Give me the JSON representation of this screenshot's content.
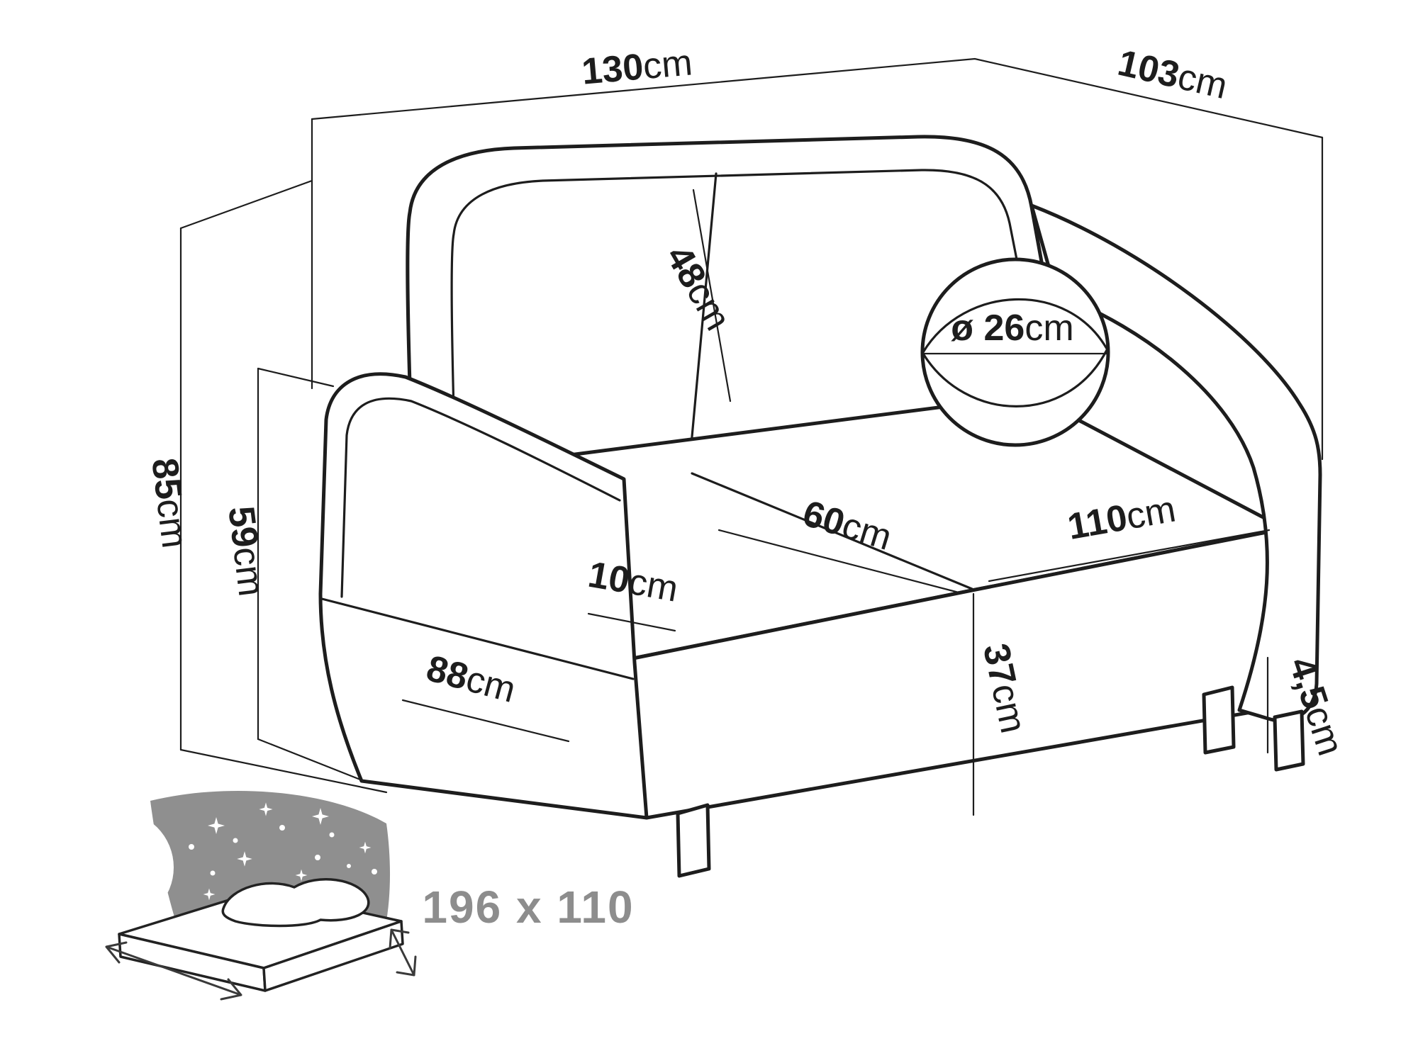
{
  "diagram": {
    "colors": {
      "background": "#ffffff",
      "line": "#1d1d1d",
      "bed_icon_gray": "#8f8f8f",
      "bed_text_gray": "#8d8d8d"
    },
    "labels": {
      "width_top": {
        "value": "130",
        "unit": "cm"
      },
      "depth_top": {
        "value": "103",
        "unit": "cm"
      },
      "back_cushion_height": {
        "value": "48",
        "unit": "cm"
      },
      "pillow_diameter": {
        "value": "ø 26",
        "unit": "cm"
      },
      "total_height": {
        "value": "85",
        "unit": "cm"
      },
      "arm_height": {
        "value": "59",
        "unit": "cm"
      },
      "seat_depth": {
        "value": "60",
        "unit": "cm"
      },
      "seat_width": {
        "value": "110",
        "unit": "cm"
      },
      "arm_width": {
        "value": "10",
        "unit": "cm"
      },
      "base_front_width": {
        "value": "88",
        "unit": "cm"
      },
      "seat_height": {
        "value": "37",
        "unit": "cm"
      },
      "leg_height": {
        "value": "4,5",
        "unit": "cm"
      },
      "sleeping_area": {
        "value": "196 x 110",
        "unit": ""
      }
    }
  }
}
